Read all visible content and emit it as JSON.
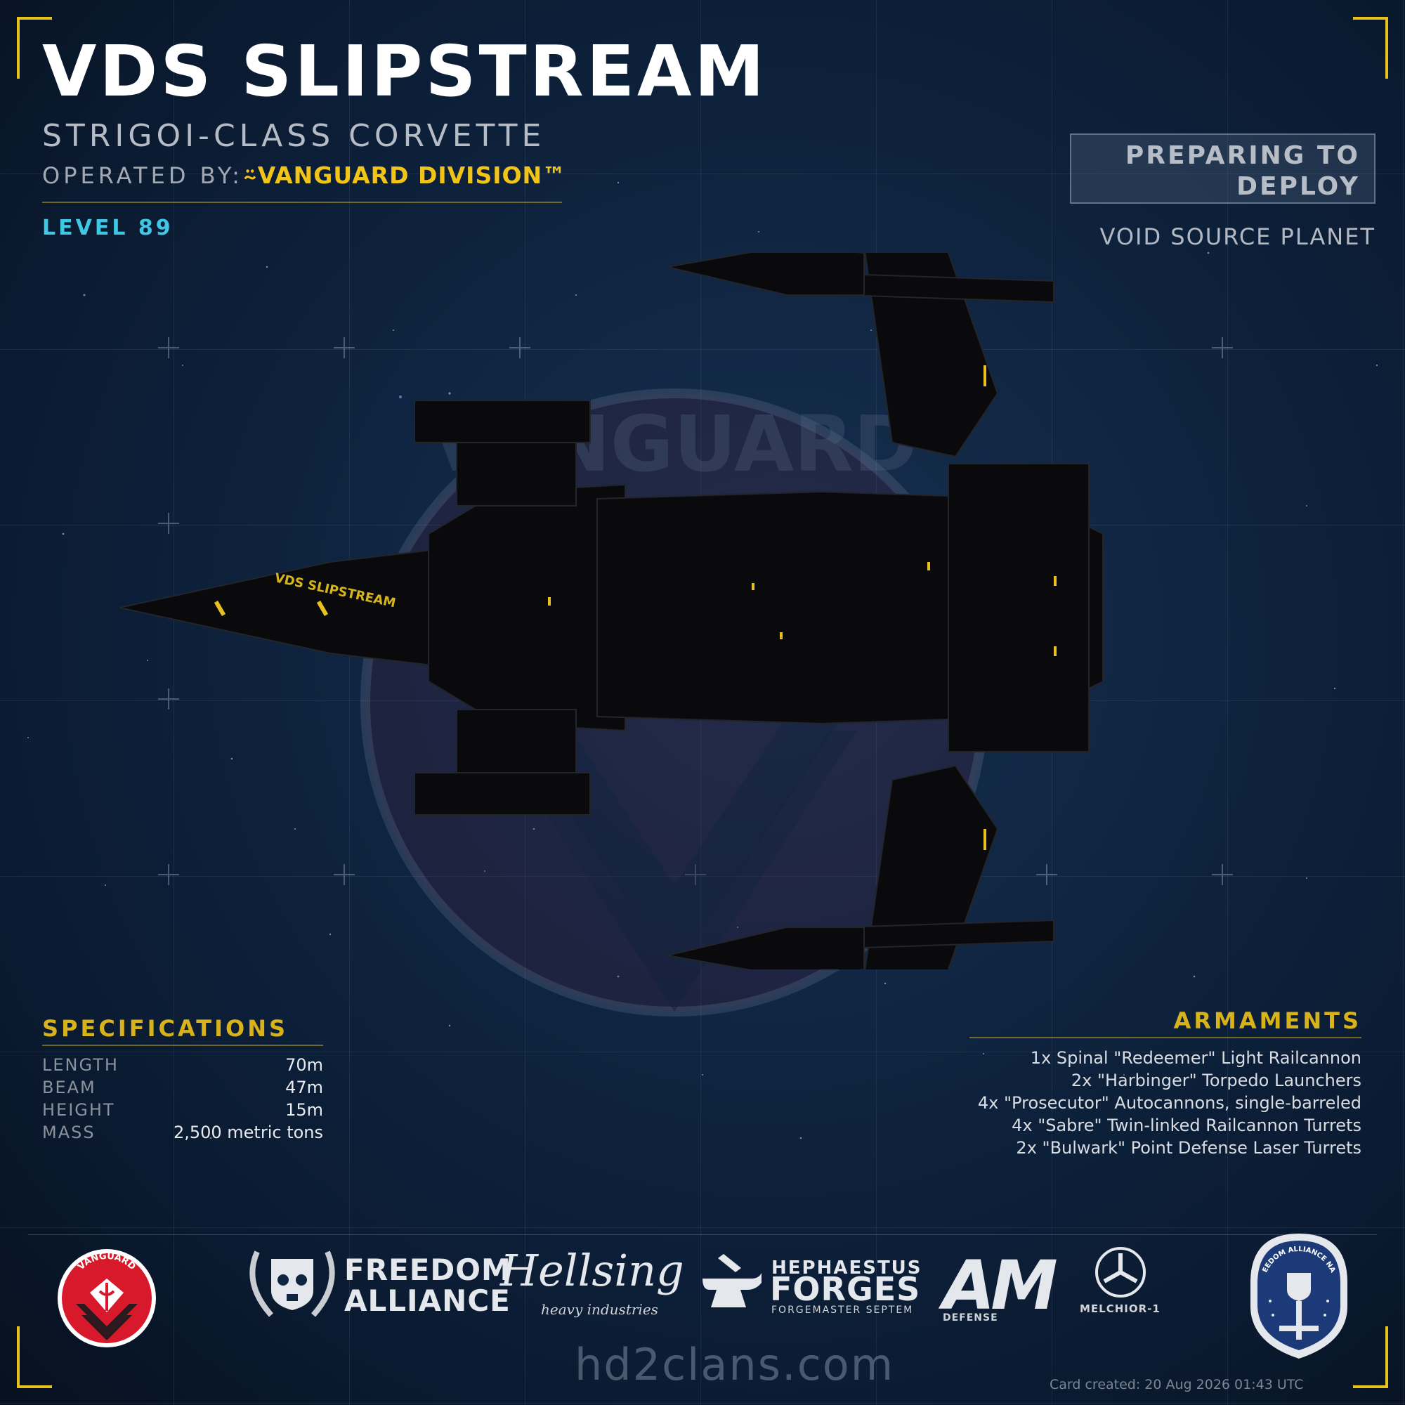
{
  "header": {
    "ship_name": "VDS SLIPSTREAM",
    "ship_class": "STRIGOI-CLASS CORVETTE",
    "operated_by_label": "OPERATED BY:",
    "operator": "⍨VANGUARD DIVISION™",
    "level": "LEVEL 89"
  },
  "status": {
    "text": "PREPARING TO DEPLOY",
    "location": "VOID SOURCE PLANET"
  },
  "ship_image": {
    "hull_marking": "VDS SLIPSTREAM",
    "emblem_text": "VANGUARD"
  },
  "specifications": {
    "title": "SPECIFICATIONS",
    "rows": [
      {
        "label": "LENGTH",
        "value": "70m"
      },
      {
        "label": "BEAM",
        "value": "47m"
      },
      {
        "label": "HEIGHT",
        "value": "15m"
      },
      {
        "label": "MASS",
        "value": "2,500 metric tons"
      }
    ]
  },
  "armaments": {
    "title": "ARMAMENTS",
    "items": [
      "1x Spinal \"Redeemer\" Light Railcannon",
      "2x \"Harbinger\" Torpedo Launchers",
      "4x \"Prosecutor\" Autocannons, single-barreled",
      "4x \"Sabre\" Twin-linked Railcannon Turrets",
      "2x \"Bulwark\" Point Defense Laser Turrets"
    ]
  },
  "footer": {
    "vanguard_badge": "VANGUARD",
    "freedom_alliance": [
      "FREEDOM",
      "ALLIANCE"
    ],
    "hellsing": "Hellsing",
    "hellsing_sub": "heavy industries",
    "hephaestus": [
      "HEPHAESTUS",
      "FORGES",
      "FORGEMASTER SEPTEM"
    ],
    "am": "AM",
    "am_sub": "DEFENSE",
    "melchior": "MELCHIOR-1",
    "navy_badge": "FREEDOM ALLIANCE NAVY",
    "website": "hd2clans.com",
    "created": "Card created: 20 Aug 2026 01:43 UTC"
  },
  "colors": {
    "accent_gold": "#f2c417",
    "level_cyan": "#3ec8e6",
    "background": "#0f2440"
  },
  "icons": [
    "vanguard-badge-icon",
    "freedom-alliance-skull-icon",
    "hephaestus-anvil-icon",
    "melchior-emblem-icon",
    "fa-navy-badge-icon"
  ]
}
